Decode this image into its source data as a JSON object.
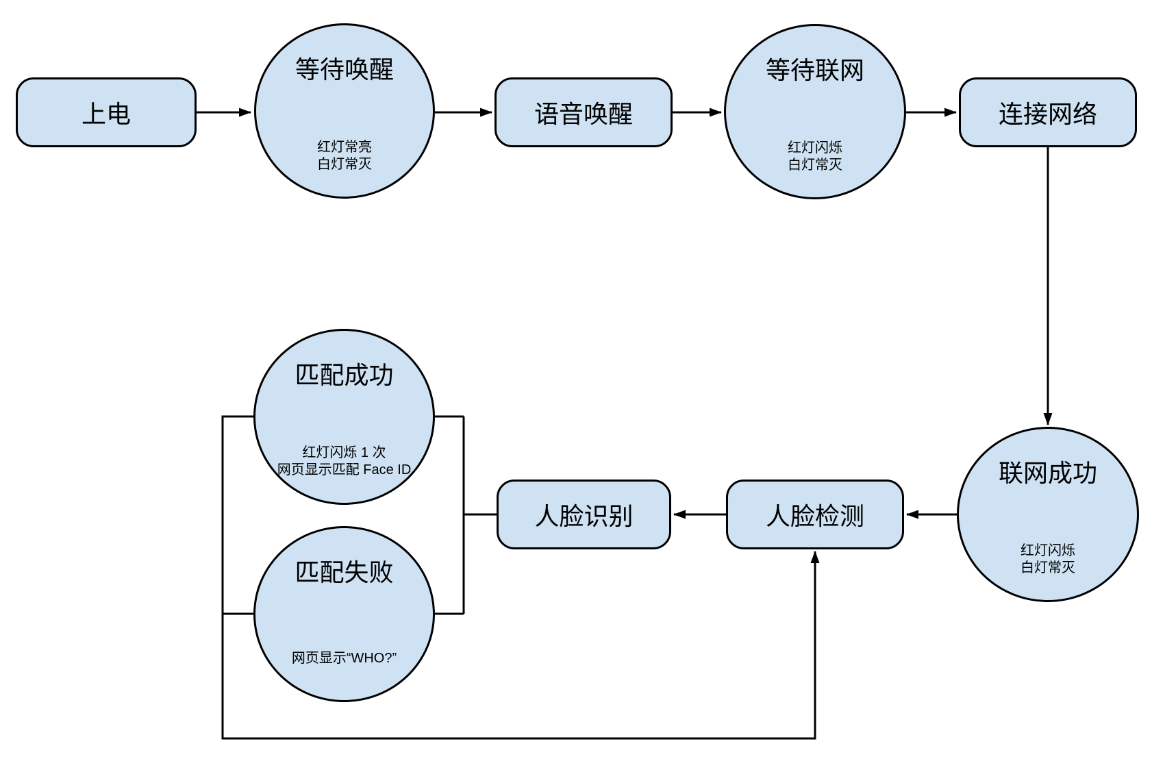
{
  "diagram": {
    "colors": {
      "page_bg": "#ffffff",
      "node_fill": "#cfe2f3",
      "node_stroke": "#000000",
      "wire_color": "#000000",
      "text_color": "#000000"
    },
    "nodes": {
      "power_on": {
        "label": "上电"
      },
      "wait_wake": {
        "title": "等待唤醒",
        "lines": [
          "红灯常亮",
          "白灯常灭"
        ]
      },
      "voice_wake": {
        "label": "语音唤醒"
      },
      "wait_network": {
        "title": "等待联网",
        "lines": [
          "红灯闪烁",
          "白灯常灭"
        ]
      },
      "connect_network": {
        "label": "连接网络"
      },
      "network_success": {
        "title": "联网成功",
        "lines": [
          "红灯闪烁",
          "白灯常灭"
        ]
      },
      "face_detect": {
        "label": "人脸检测"
      },
      "face_recognize": {
        "label": "人脸识别"
      },
      "match_success": {
        "title": "匹配成功",
        "lines": [
          "红灯闪烁 1 次",
          "网页显示匹配 Face ID"
        ]
      },
      "match_fail": {
        "title": "匹配失败",
        "lines": [
          "网页显示“WHO?”"
        ]
      }
    }
  }
}
